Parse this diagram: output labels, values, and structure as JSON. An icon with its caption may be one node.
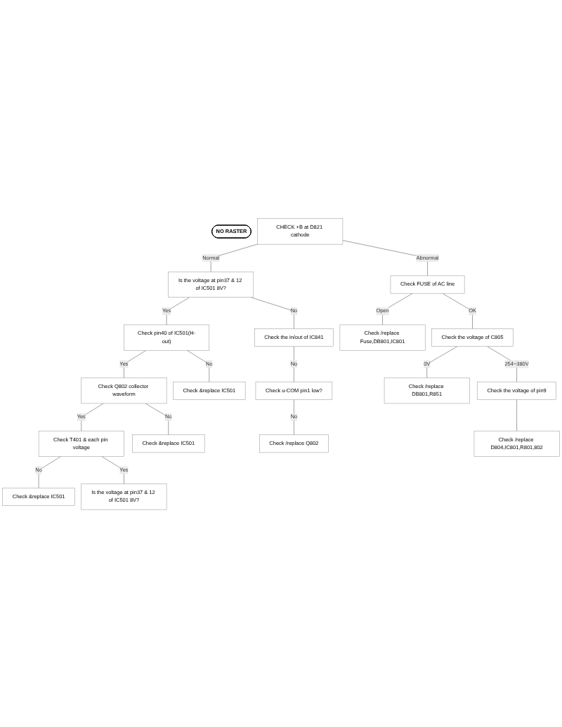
{
  "diagram": {
    "nodes": [
      {
        "text": [
          "NO RASTER"
        ]
      },
      {
        "text": [
          "CHECK +B at D821 cathode"
        ]
      },
      {
        "text": [
          "Is the voltage at pin37 & 12 of IC501 8V?"
        ]
      },
      {
        "text": [
          "Check pin40 of IC501(H-out)"
        ]
      },
      {
        "text": [
          "Check Q802 collector waveform"
        ]
      },
      {
        "text": [
          "Check T401 & each pin voltage"
        ]
      },
      {
        "text": [
          "Is the voltage at pin37 & 12 of IC501 8V?"
        ]
      },
      {
        "text": [
          "Check &replace IC501"
        ]
      },
      {
        "text": [
          "Check &replace IC501"
        ]
      },
      {
        "text": [
          "Check &replace IC501"
        ]
      },
      {
        "text": [
          "Check the in/out of IC841"
        ]
      },
      {
        "text": [
          "Check u-COM pin1 low?"
        ]
      },
      {
        "text": [
          "Check /replace Q802"
        ]
      },
      {
        "text": [
          "Check FUSE of AC line"
        ]
      },
      {
        "text": [
          "Check /replace Fuse,DB801,IC801"
        ]
      },
      {
        "text": [
          "Check the voltage of C805"
        ]
      },
      {
        "text": [
          "Check /replace DB801,R851"
        ]
      },
      {
        "text": [
          "Check the voltage of pin9"
        ]
      },
      {
        "text": [
          "Check /replace D804,IC801,R801,802"
        ]
      }
    ],
    "edges": [
      {
        "from": 1,
        "to": 2,
        "arrow": "none",
        "label": "Normal"
      },
      {
        "from": 1,
        "to": 13,
        "arrow": "none",
        "label": "Abnormal"
      },
      {
        "from": 2,
        "to": 3,
        "arrow": "none",
        "label": "Yes"
      },
      {
        "from": 2,
        "to": 10,
        "arrow": "none",
        "label": "No"
      },
      {
        "from": 3,
        "to": 7,
        "arrow": "none",
        "label": "No"
      },
      {
        "from": 3,
        "to": 4,
        "arrow": "none",
        "label": "Yes"
      },
      {
        "from": 4,
        "to": 8,
        "arrow": "none",
        "label": "No"
      },
      {
        "from": 4,
        "to": 5,
        "arrow": "none",
        "label": "Yes"
      },
      {
        "from": 5,
        "to": 9,
        "arrow": "none",
        "label": "No"
      },
      {
        "from": 5,
        "to": 6,
        "arrow": "none",
        "label": "Yes"
      },
      {
        "from": 10,
        "to": 11,
        "arrow": "none",
        "label": "No"
      },
      {
        "from": 11,
        "to": 12,
        "arrow": "none",
        "label": "No"
      },
      {
        "from": 13,
        "to": 14,
        "arrow": "none",
        "label": "Open"
      },
      {
        "from": 13,
        "to": 15,
        "arrow": "none",
        "label": "OK"
      },
      {
        "from": 15,
        "to": 16,
        "arrow": "none",
        "label": "0V"
      },
      {
        "from": 15,
        "to": 17,
        "arrow": "none",
        "label": "254~380V"
      },
      {
        "from": 17,
        "to": 18,
        "arrow": "none"
      }
    ]
  }
}
